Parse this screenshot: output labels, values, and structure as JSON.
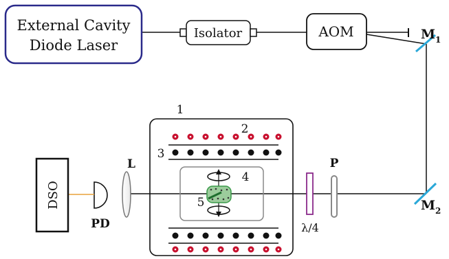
{
  "laser": {
    "line1": "External Cavity",
    "line2": "Diode Laser"
  },
  "isolator": {
    "label": "Isolator"
  },
  "aom": {
    "label": "AOM"
  },
  "mirror1": {
    "label": "M",
    "sub": "1"
  },
  "mirror2": {
    "label": "M",
    "sub": "2"
  },
  "chamber": {
    "label": "1"
  },
  "labels": {
    "coil_outer": "2",
    "coil_inner": "3",
    "field_coil": "4",
    "atom_cloud": "5",
    "lens": "L",
    "photodiode": "PD",
    "polarizer": "P",
    "quarter_wave": "λ/4",
    "scope": "DSO"
  },
  "colors": {
    "laser_border": "#2a2a8a",
    "beam": "#111111",
    "fiber": "#e8a23a",
    "coil_red": "#c8102e",
    "mirror": "#2aa8d8",
    "waveplate": "#8a2a8a",
    "cloud_green": "#3a9a4a"
  }
}
